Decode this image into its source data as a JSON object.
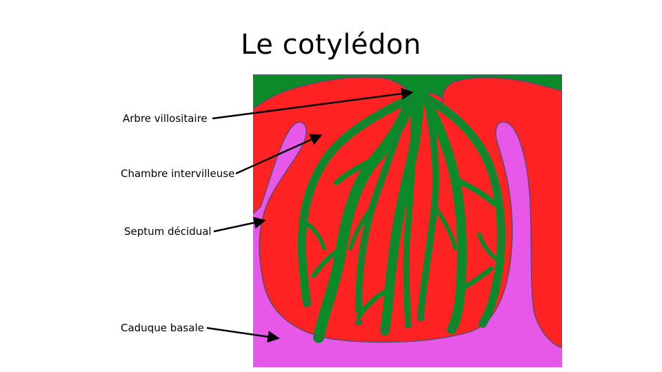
{
  "title": "Le cotylédon",
  "labels": {
    "arbre": "Arbre villositaire",
    "chambre": "Chambre intervilleuse",
    "septum": "Septum décidual",
    "caduque": "Caduque basale"
  },
  "colors": {
    "villous_tree": "#0b8a2a",
    "intervillous_space": "#ff2222",
    "decidua": "#e858e8",
    "outline": "#5a4a6e",
    "arrow": "#000000"
  }
}
